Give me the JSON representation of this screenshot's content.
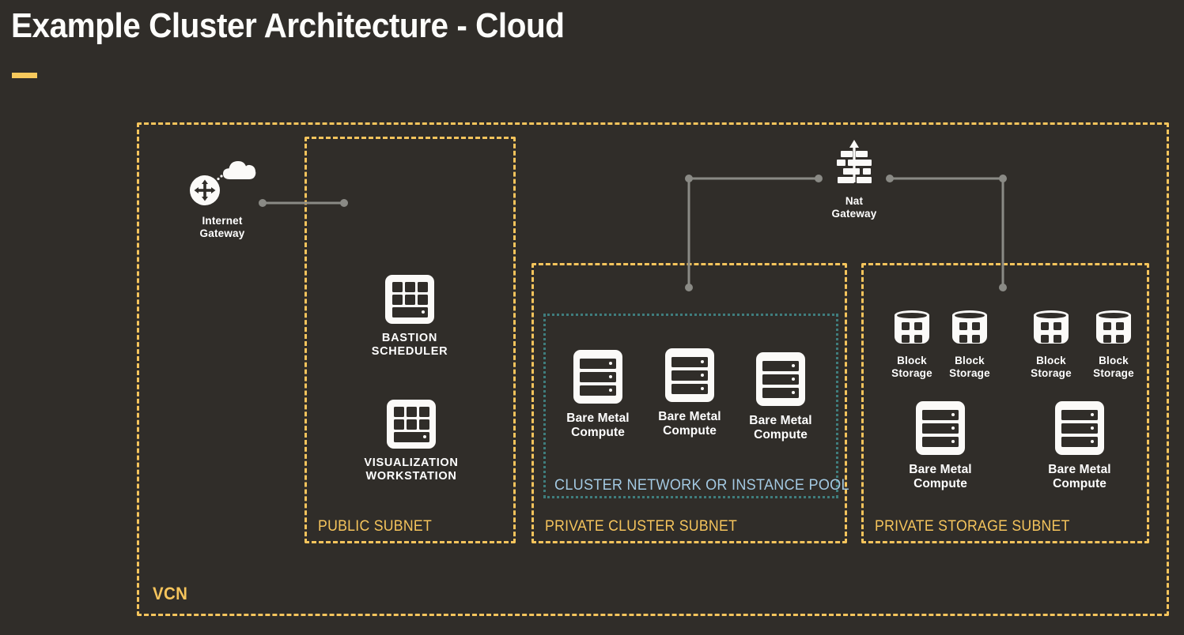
{
  "header": {
    "title": "Example Cluster Architecture - Cloud",
    "accent_color": "#f7c95c"
  },
  "colors": {
    "background": "#302d29",
    "subnet_border": "#f5c45c",
    "subnet_label": "#f5c45c",
    "pool_border": "#3f7d7d",
    "pool_label": "#a3c9e2",
    "connector": "#8a8a85",
    "icon_fill": "#fbfaf8",
    "text": "#ffffff"
  },
  "vcn": {
    "label": "VCN"
  },
  "gateways": [
    {
      "id": "internet-gateway",
      "label": "Internet\nGateway",
      "icon": "internet-gateway-icon"
    },
    {
      "id": "nat-gateway",
      "label": "Nat\nGateway",
      "icon": "nat-gateway-icon"
    }
  ],
  "subnets": [
    {
      "id": "public-subnet",
      "label": "PUBLIC SUBNET",
      "nodes": [
        {
          "id": "bastion-scheduler",
          "label": "BASTION\nSCHEDULER",
          "icon": "workstation-icon"
        },
        {
          "id": "visualization-workstation",
          "label": "VISUALIZATION\nWORKSTATION",
          "icon": "workstation-icon"
        }
      ]
    },
    {
      "id": "private-cluster-subnet",
      "label": "PRIVATE CLUSTER SUBNET",
      "pool": {
        "id": "cluster-network-or-instance-pool",
        "label": "CLUSTER NETWORK OR INSTANCE POOL",
        "nodes": [
          {
            "id": "bare-metal-compute-1",
            "label": "Bare Metal\nCompute",
            "icon": "server-icon"
          },
          {
            "id": "bare-metal-compute-2",
            "label": "Bare Metal\nCompute",
            "icon": "server-icon"
          },
          {
            "id": "bare-metal-compute-3",
            "label": "Bare Metal\nCompute",
            "icon": "server-icon"
          }
        ]
      }
    },
    {
      "id": "private-storage-subnet",
      "label": "PRIVATE STORAGE SUBNET",
      "storage_nodes": [
        {
          "id": "block-storage-1",
          "label": "Block\nStorage",
          "icon": "block-storage-icon"
        },
        {
          "id": "block-storage-2",
          "label": "Block\nStorage",
          "icon": "block-storage-icon"
        },
        {
          "id": "block-storage-3",
          "label": "Block\nStorage",
          "icon": "block-storage-icon"
        },
        {
          "id": "block-storage-4",
          "label": "Block\nStorage",
          "icon": "block-storage-icon"
        }
      ],
      "compute_nodes": [
        {
          "id": "bare-metal-compute-4",
          "label": "Bare Metal\nCompute",
          "icon": "server-icon"
        },
        {
          "id": "bare-metal-compute-5",
          "label": "Bare Metal\nCompute",
          "icon": "server-icon"
        }
      ]
    }
  ],
  "connections": [
    {
      "id": "igw-to-public-subnet",
      "from": "internet-gateway",
      "to": "public-subnet"
    },
    {
      "id": "nat-to-private-cluster-subnet",
      "from": "nat-gateway",
      "to": "private-cluster-subnet"
    },
    {
      "id": "nat-to-private-storage-subnet",
      "from": "nat-gateway",
      "to": "private-storage-subnet"
    }
  ]
}
